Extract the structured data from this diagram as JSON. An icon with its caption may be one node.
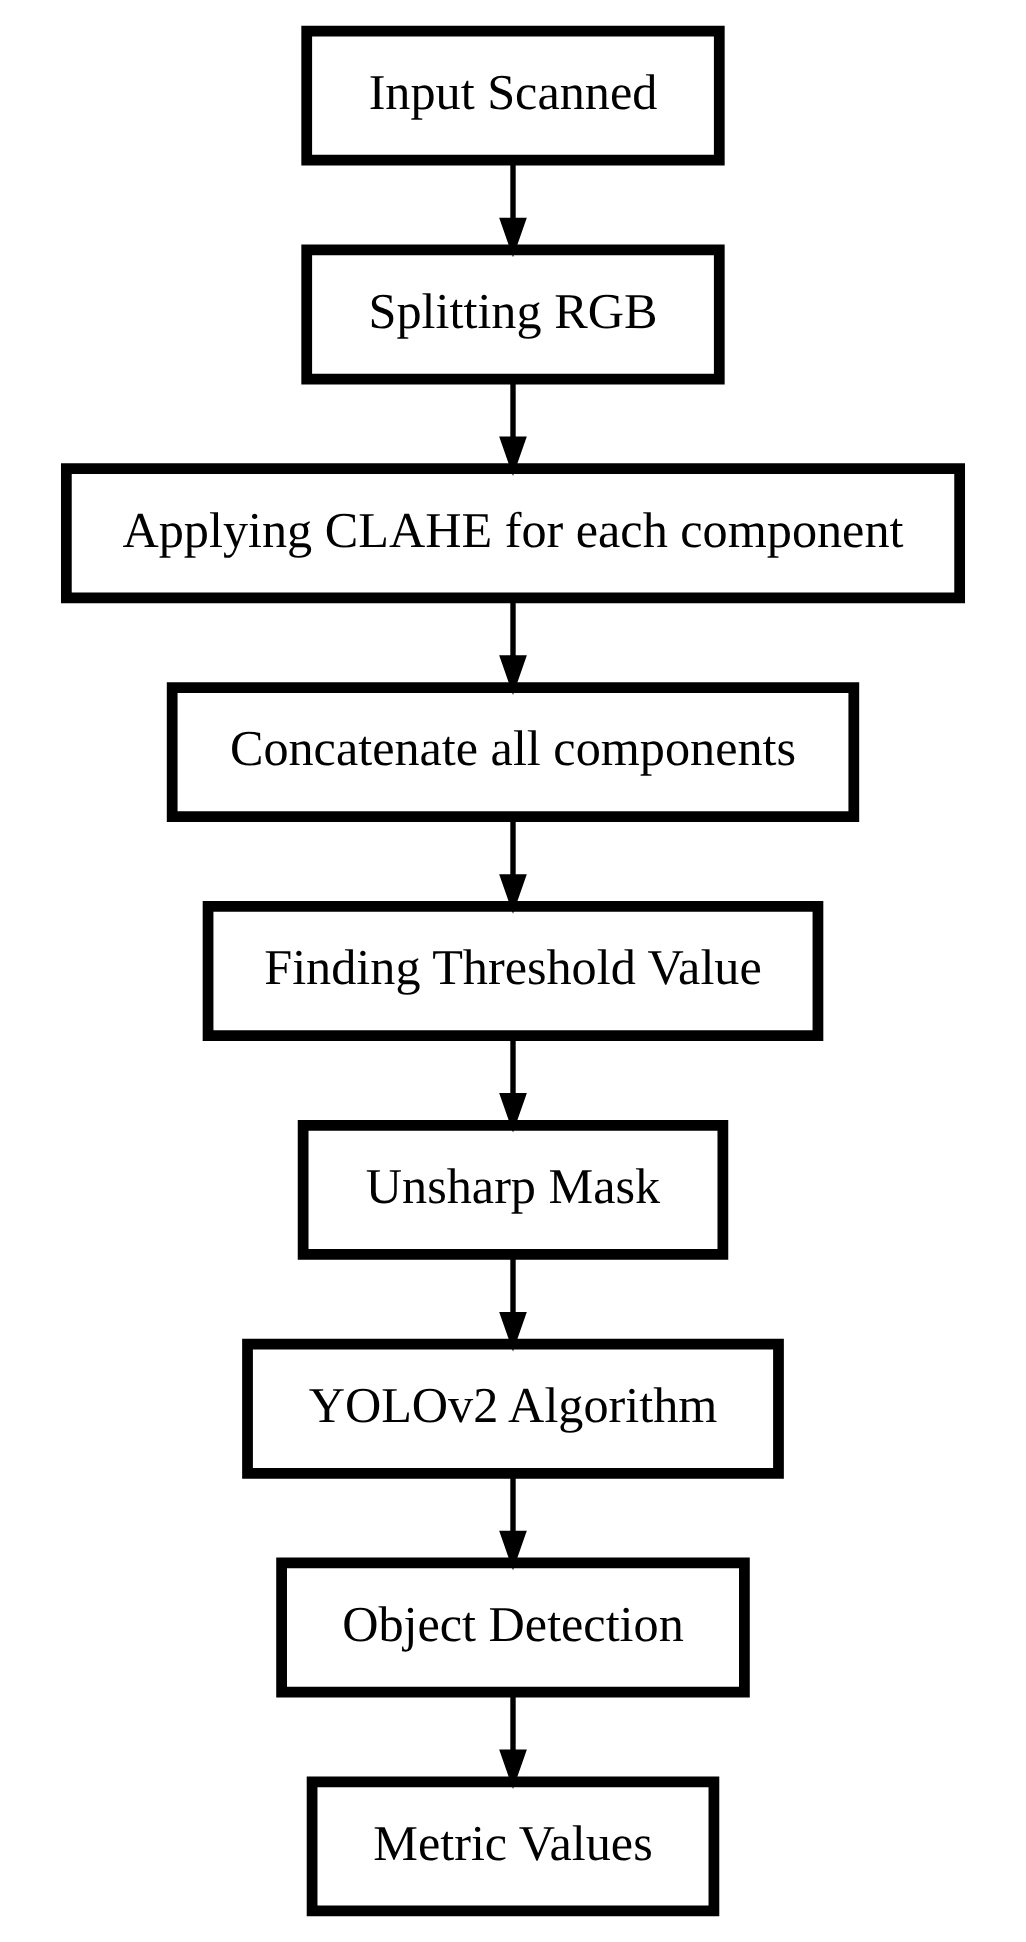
{
  "diagram": {
    "nodes": [
      {
        "text": [
          "Input Scanned"
        ]
      },
      {
        "text": [
          "Splitting RGB"
        ]
      },
      {
        "text": [
          "Applying CLAHE for each component"
        ]
      },
      {
        "text": [
          "Concatenate all components"
        ]
      },
      {
        "text": [
          "Finding Threshold Value"
        ]
      },
      {
        "text": [
          "Unsharp Mask"
        ]
      },
      {
        "text": [
          "YOLOv2 Algorithm"
        ]
      },
      {
        "text": [
          "Object Detection"
        ]
      },
      {
        "text": [
          "Metric Values"
        ]
      }
    ],
    "edges": [
      {
        "from": 0,
        "to": 1,
        "arrow": "to"
      },
      {
        "from": 1,
        "to": 2,
        "arrow": "to"
      },
      {
        "from": 2,
        "to": 3,
        "arrow": "to"
      },
      {
        "from": 3,
        "to": 4,
        "arrow": "to"
      },
      {
        "from": 4,
        "to": 5,
        "arrow": "to"
      },
      {
        "from": 5,
        "to": 6,
        "arrow": "to"
      },
      {
        "from": 6,
        "to": 7,
        "arrow": "to"
      },
      {
        "from": 7,
        "to": 8,
        "arrow": "to"
      }
    ]
  }
}
